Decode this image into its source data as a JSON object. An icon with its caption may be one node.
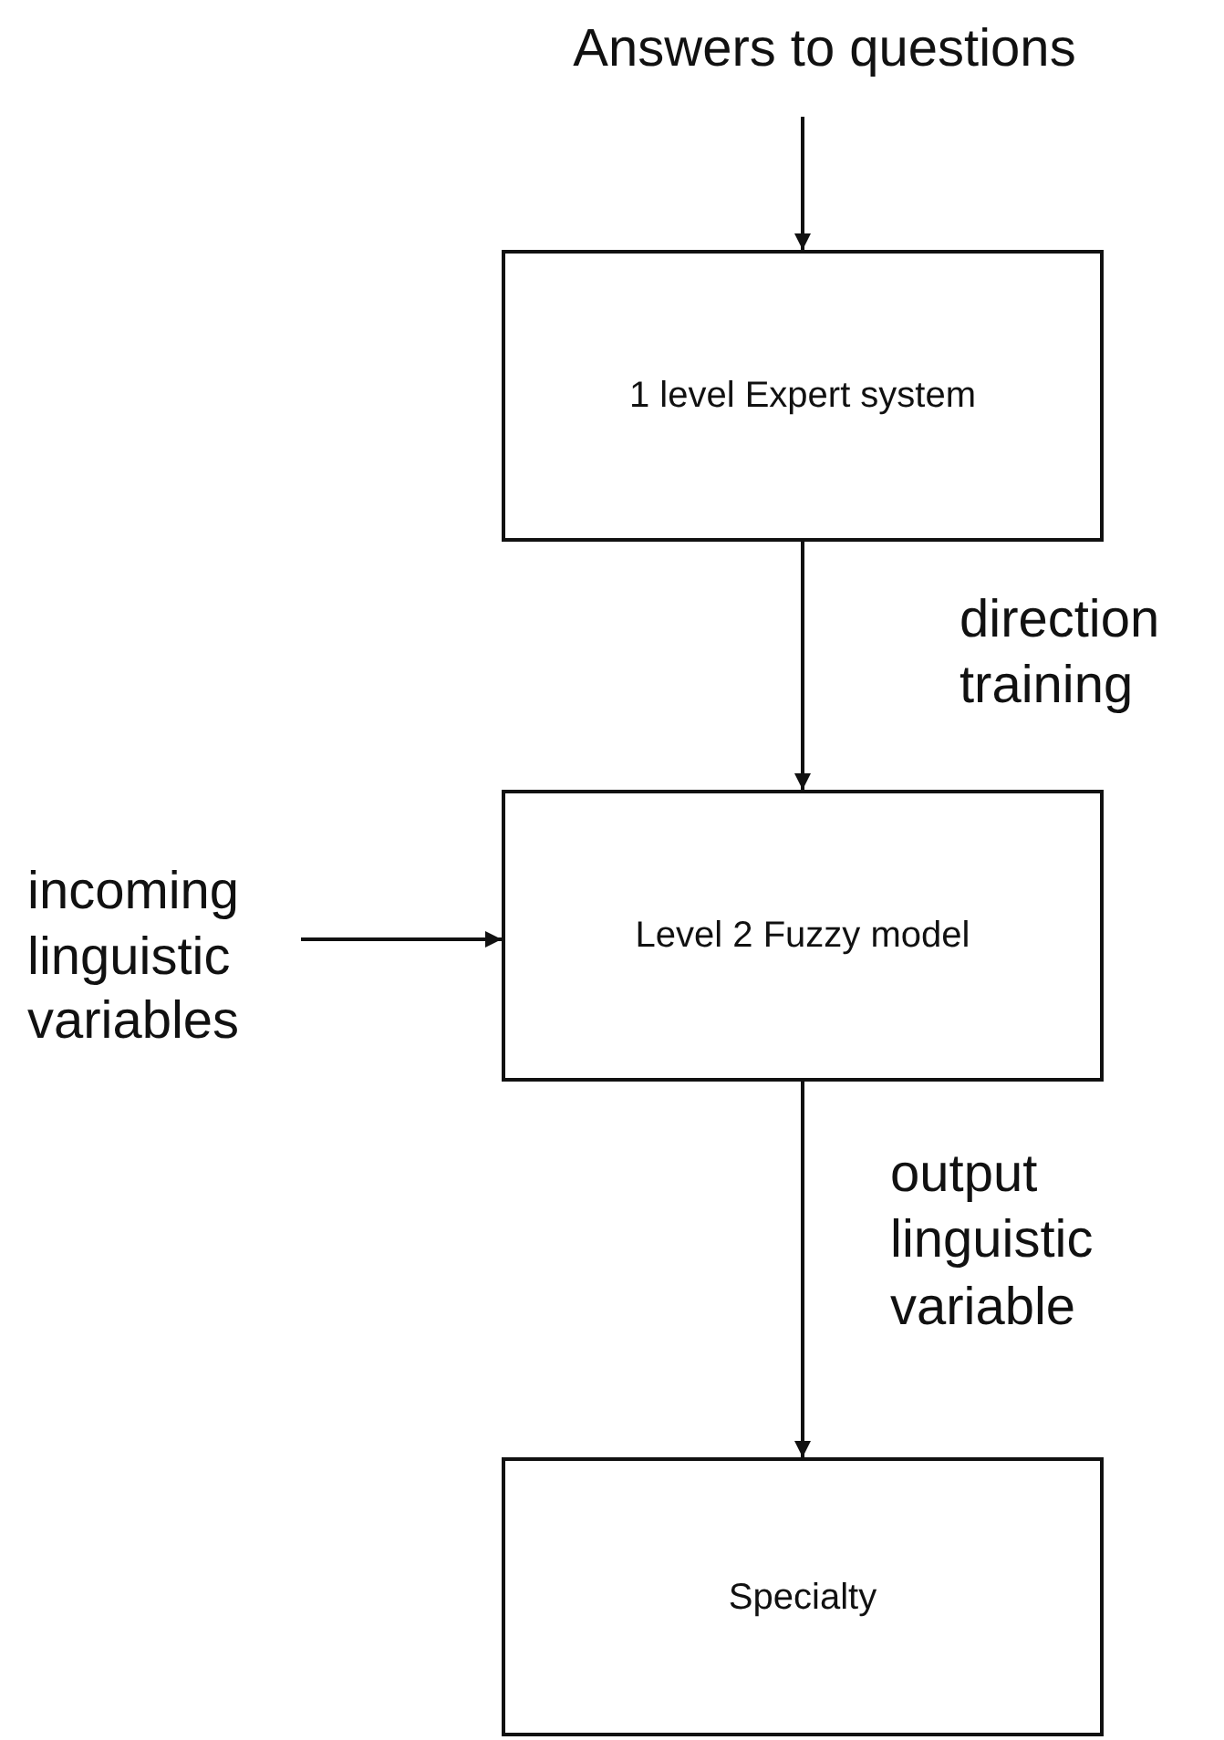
{
  "diagram": {
    "nodes": [
      {
        "text": [
          "Answers to questions"
        ]
      },
      {
        "text": [
          "1 level Expert system"
        ]
      },
      {
        "text": [
          "Level 2 Fuzzy model"
        ]
      },
      {
        "text": [
          "incoming linguistic variables"
        ]
      },
      {
        "text": [
          "Specialty"
        ]
      }
    ],
    "edges": [
      {
        "from": 0,
        "to": 1,
        "arrow": "to"
      },
      {
        "from": 1,
        "to": 2,
        "arrow": "to",
        "label": "direction training"
      },
      {
        "from": 3,
        "to": 2,
        "arrow": "to"
      },
      {
        "from": 2,
        "to": 4,
        "arrow": "to",
        "label": "output linguistic variable"
      }
    ]
  }
}
